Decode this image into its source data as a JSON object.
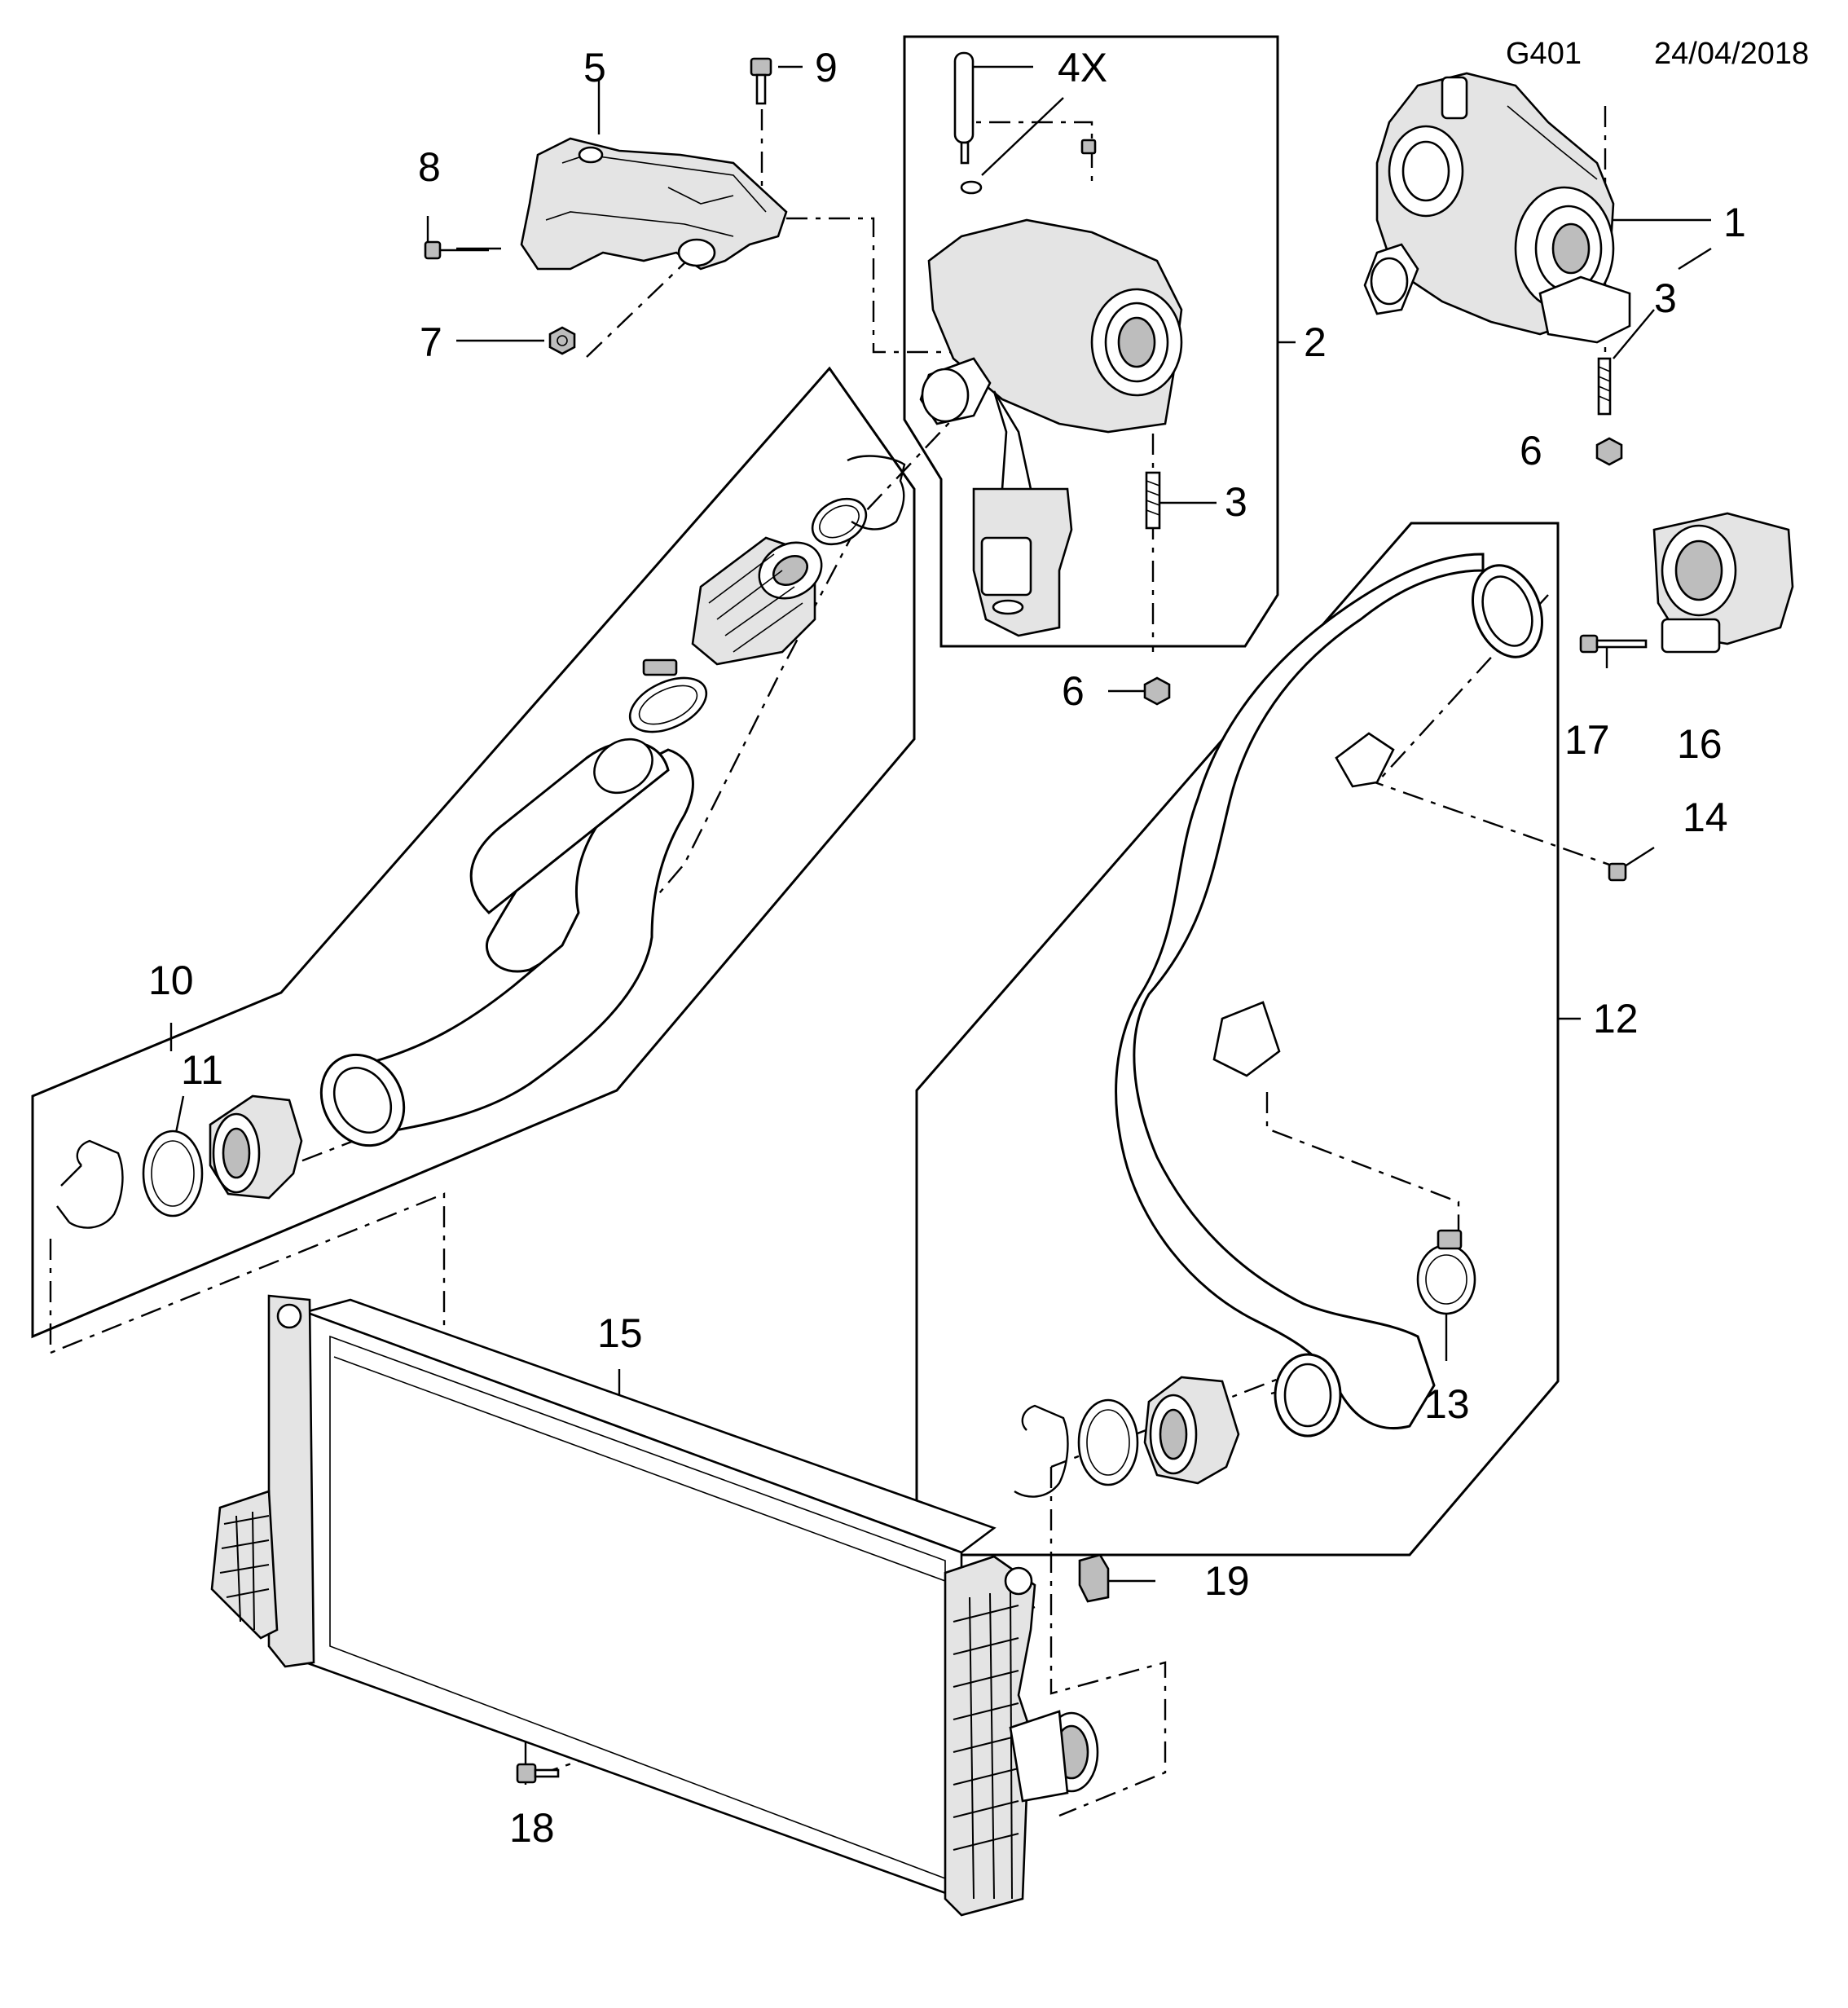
{
  "header": {
    "code": "G401",
    "date": "24/04/2018"
  },
  "callouts": {
    "c1": "1",
    "c2": "2",
    "c3a": "3",
    "c3b": "3",
    "c4x": "4X",
    "c5": "5",
    "c6a": "6",
    "c6b": "6",
    "c7": "7",
    "c8": "8",
    "c9": "9",
    "c10": "10",
    "c11": "11",
    "c12": "12",
    "c13": "13",
    "c14": "14",
    "c15": "15",
    "c16": "16",
    "c17": "17",
    "c18": "18",
    "c19": "19"
  },
  "parts": [
    "turbocharger",
    "turbocharger-kit",
    "stud",
    "washer",
    "heat-shield",
    "nut",
    "nut",
    "bolt",
    "bolt",
    "charge-air-hose-inlet",
    "sealing-ring",
    "charge-air-hose-outlet",
    "clamp",
    "bolt",
    "intercooler",
    "throttle-body",
    "bolt",
    "bolt",
    "bracket"
  ]
}
